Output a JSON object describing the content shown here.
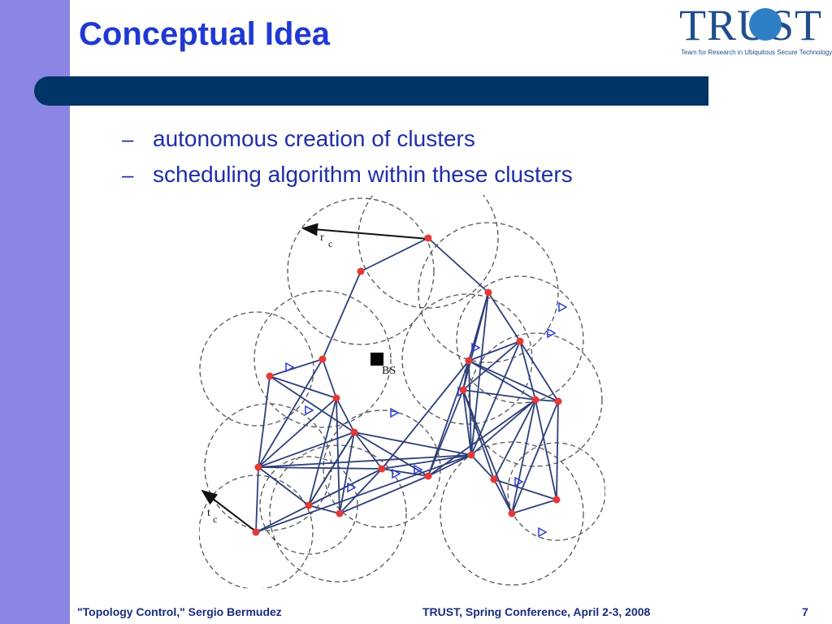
{
  "slide": {
    "title": "Conceptual Idea",
    "bullets": [
      "autonomous creation of clusters",
      "scheduling algorithm within these clusters"
    ],
    "bullet_marker": "–"
  },
  "logo": {
    "word": "TRUST",
    "tagline": "Team for Research in Ubiquitous Secure Technology"
  },
  "diagram": {
    "labels": {
      "rc_main": "r",
      "rc_sub": "c",
      "tc_main": "t",
      "tc_sub": "c",
      "bs": "BS"
    }
  },
  "footer": {
    "left": "\"Topology Control,\" Sergio Bermudez",
    "center": "TRUST, Spring Conference, April 2-3, 2008",
    "page": "7"
  },
  "colors": {
    "sidebar": "#8b86e3",
    "title": "#1f39d1",
    "rule": "#003366",
    "node": "#e53935",
    "edge": "#2e3f7a",
    "marker": "#2a3bd8"
  }
}
